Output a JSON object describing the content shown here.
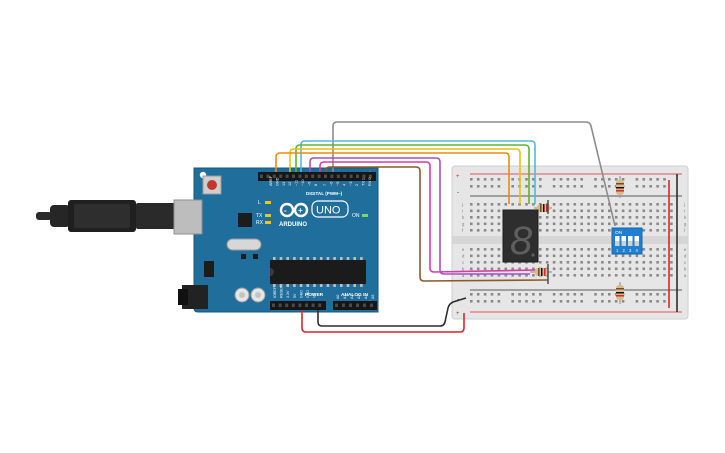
{
  "board": {
    "brand_label": "ARDUINO",
    "model_label": "UNO",
    "on_label": "ON",
    "l_label": "L",
    "tx_label": "TX",
    "rx_label": "RX",
    "digital_header_label": "DIGITAL (PWM~)",
    "power_header_label": "POWER",
    "analog_header_label": "ANALOG IN",
    "aref_label": "AREF",
    "gnd_label": "GND",
    "digital_pins": [
      "13",
      "12",
      "~11",
      "~10",
      "~9",
      "8",
      "7",
      "~6",
      "~5",
      "4",
      "~3",
      "2",
      "TX 1",
      "RX 0"
    ],
    "power_pins": [
      "IOREF",
      "RESET",
      "3.3V",
      "5V",
      "GND",
      "GND",
      "Vin"
    ],
    "analog_pins": [
      "A0",
      "A1",
      "A2",
      "A3",
      "A4",
      "A5"
    ]
  },
  "display": {
    "digit": "8"
  },
  "dip_switch": {
    "on_label": "ON",
    "switch_numbers": [
      "1",
      "2",
      "3",
      "4"
    ]
  },
  "breadboard": {
    "row_letters_top": [
      "j",
      "i",
      "h",
      "g",
      "f"
    ],
    "row_letters_bottom": [
      "e",
      "d",
      "c",
      "b",
      "a"
    ],
    "rail_plus": "+",
    "rail_minus": "-"
  },
  "colors": {
    "board": "#1f6e9c",
    "breadboard": "#e6e6e6",
    "wire_5v": "#d9262a",
    "wire_gnd": "#2d2d2d",
    "wire_orange": "#ef8a12",
    "wire_yellow": "#e8c10a",
    "wire_green": "#5cb531",
    "wire_cyan": "#54b9d6",
    "wire_purple": "#a64fc8",
    "wire_magenta": "#d93aa6",
    "wire_brown": "#8a5a2b",
    "wire_gray": "#8c8c8c"
  }
}
